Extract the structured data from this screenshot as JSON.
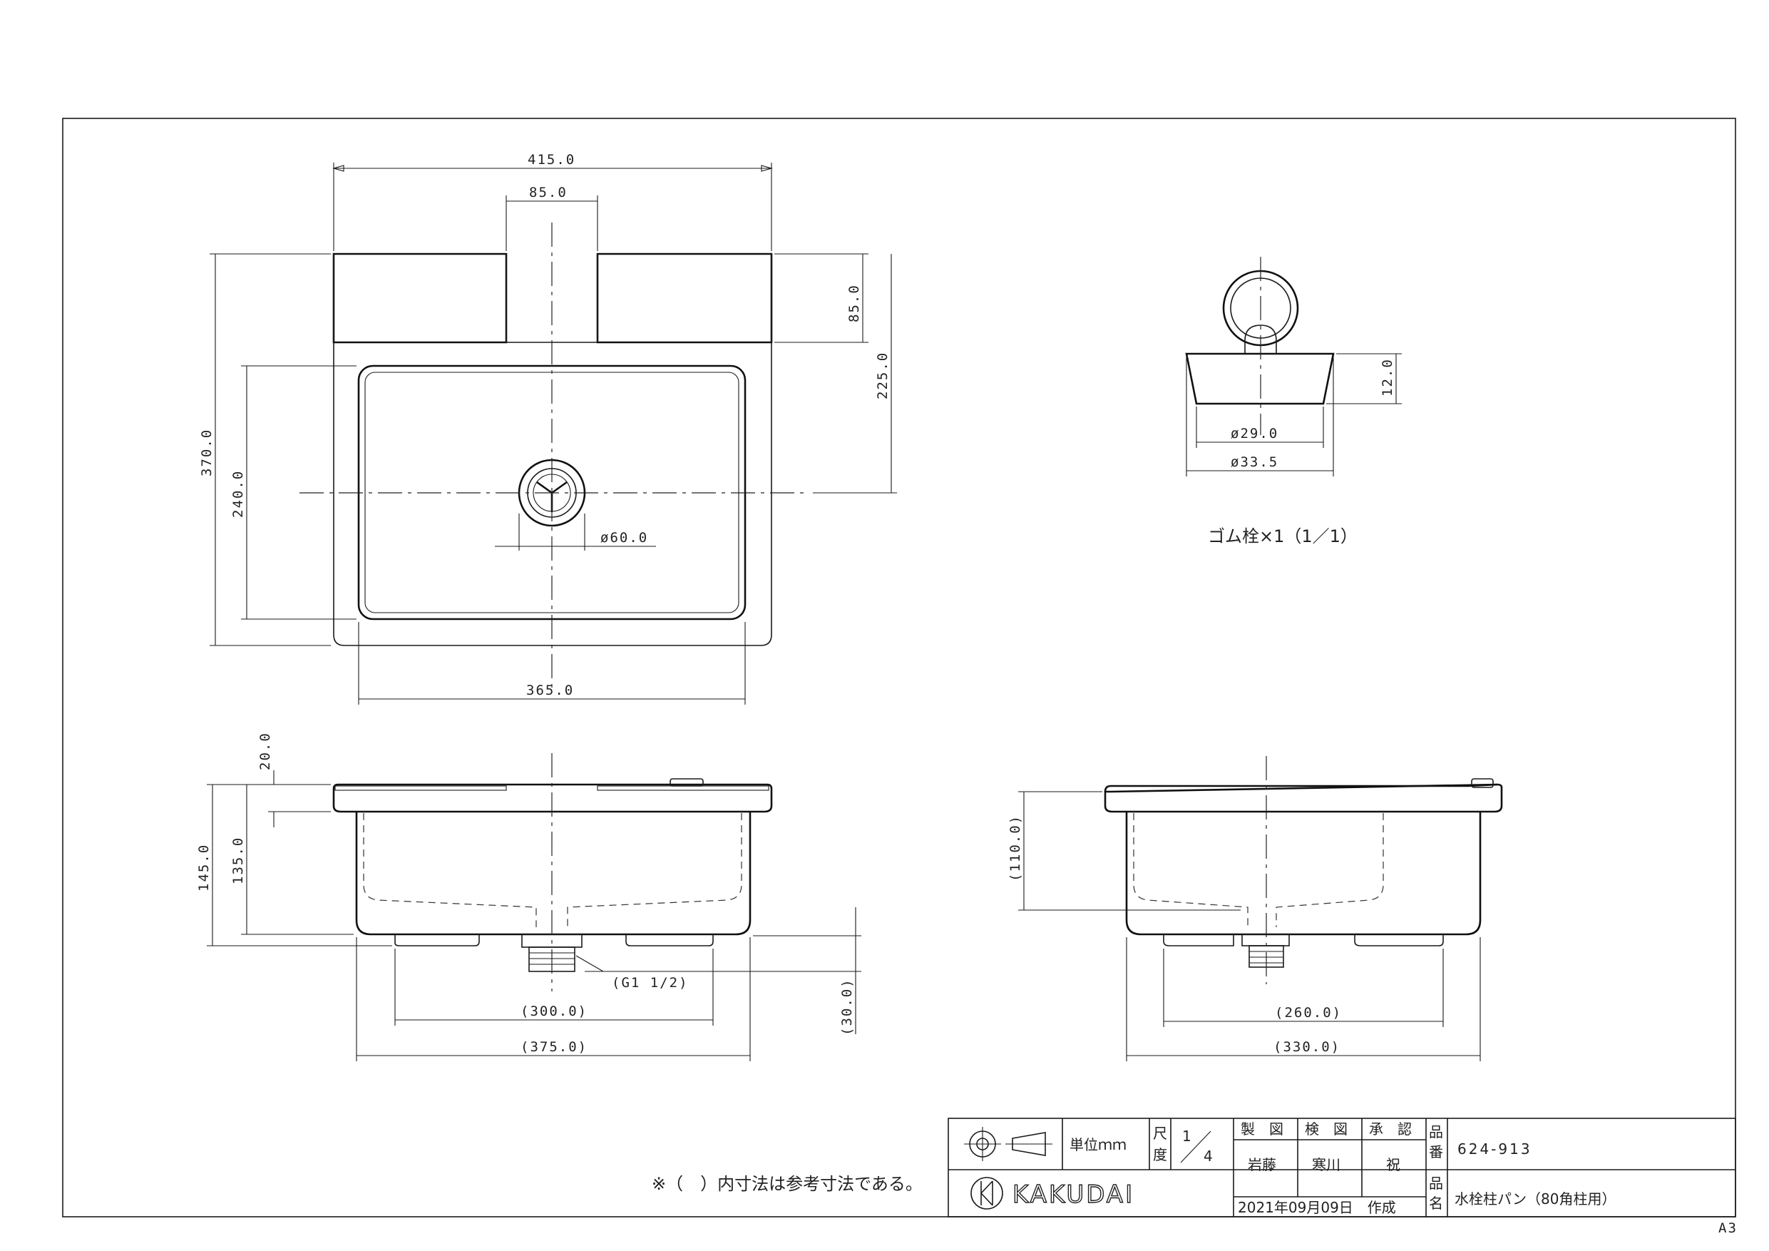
{
  "dimensions": {
    "top_width": "415.0",
    "top_inlet": "85.0",
    "top_inlet_h": "85.0",
    "top_depth": "225.0",
    "top_total_h": "370.0",
    "top_basin_h": "240.0",
    "drain_dia": "ø60.0",
    "top_inner_w": "365.0",
    "front_rim": "20.0",
    "front_h": "145.0",
    "front_inner_h": "135.0",
    "front_thread": "(G1 1/2)",
    "front_foot_span": "(300.0)",
    "front_width": "(375.0)",
    "front_drain_len": "(30.0)",
    "side_h": "(110.0)",
    "side_foot_span": "(260.0)",
    "side_width": "(330.0)",
    "plug_h": "12.0",
    "plug_d1": "ø29.0",
    "plug_d2": "ø33.5"
  },
  "plug_caption": "ゴム栓×1（1／1）",
  "note": "※（　）内寸法は参考寸法である。",
  "title_block": {
    "unit_label": "単位ｍｍ",
    "scale_label_1": "尺",
    "scale_label_2": "度",
    "scale_num": "1",
    "scale_den": "4",
    "drawn_label": "製　図",
    "checked_label": "検　図",
    "approved_label": "承　認",
    "drawn_by": "岩藤",
    "checked_by": "寒川",
    "approved_by": "祝",
    "part_no_label_1": "品",
    "part_no_label_2": "番",
    "part_no": "624-913",
    "name_label_1": "品",
    "name_label_2": "名",
    "part_name": "水栓柱パン（80角柱用）",
    "date": "2021年09月09日　作成",
    "brand": "KAKUDAI"
  },
  "sheet_size": "A3"
}
